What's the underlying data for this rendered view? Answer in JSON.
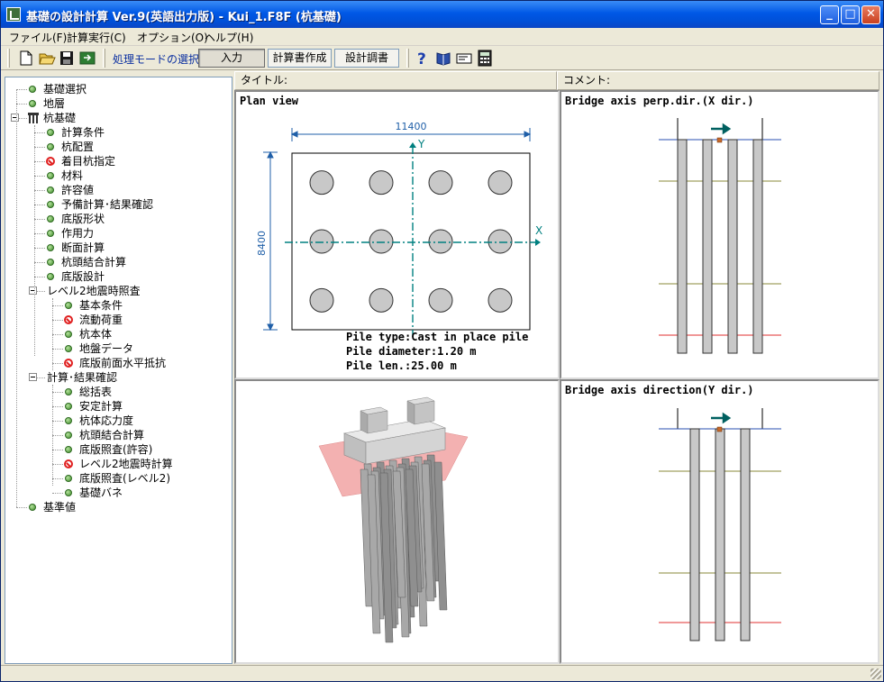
{
  "window": {
    "title": "基礎の設計計算 Ver.9(英語出力版) - Kui_1.F8F (杭基礎)"
  },
  "titlebar_buttons": {
    "minimize": "_",
    "maximize": "□",
    "close": "✕"
  },
  "menu": [
    "ファイル(F)",
    "計算実行(C)",
    "オプション(O)",
    "ヘルプ(H)"
  ],
  "toolbar": {
    "icons": [
      "new-file-icon",
      "open-folder-icon",
      "save-icon",
      "export-icon",
      "help-icon",
      "book-icon",
      "card-icon",
      "calculator-icon"
    ],
    "mode_label": "処理モードの選択",
    "mode_buttons": [
      "入力",
      "計算書作成",
      "設計調書"
    ],
    "active_mode": "入力"
  },
  "tree": [
    {
      "label": "基礎選択",
      "icon": "status-ok-icon",
      "level": 1
    },
    {
      "label": "地層",
      "icon": "status-ok-icon",
      "level": 1
    },
    {
      "label": "杭基礎",
      "icon": "pile-icon",
      "level": 1,
      "expanded": true
    },
    {
      "label": "計算条件",
      "icon": "status-ok-icon",
      "level": 2
    },
    {
      "label": "杭配置",
      "icon": "status-ok-icon",
      "level": 2
    },
    {
      "label": "着目杭指定",
      "icon": "status-not-set-icon",
      "level": 2
    },
    {
      "label": "材料",
      "icon": "status-ok-icon",
      "level": 2
    },
    {
      "label": "許容値",
      "icon": "status-ok-icon",
      "level": 2
    },
    {
      "label": "予備計算･結果確認",
      "icon": "status-ok-icon",
      "level": 2
    },
    {
      "label": "底版形状",
      "icon": "status-ok-icon",
      "level": 2
    },
    {
      "label": "作用力",
      "icon": "status-ok-icon",
      "level": 2
    },
    {
      "label": "断面計算",
      "icon": "status-ok-icon",
      "level": 2
    },
    {
      "label": "杭頭結合計算",
      "icon": "status-ok-icon",
      "level": 2
    },
    {
      "label": "底版設計",
      "icon": "status-ok-icon",
      "level": 2
    },
    {
      "label": "レベル2地震時照査",
      "icon": "none",
      "level": 2,
      "expanded": true
    },
    {
      "label": "基本条件",
      "icon": "status-ok-icon",
      "level": 3
    },
    {
      "label": "流動荷重",
      "icon": "status-not-set-icon",
      "level": 3
    },
    {
      "label": "杭本体",
      "icon": "status-ok-icon",
      "level": 3
    },
    {
      "label": "地盤データ",
      "icon": "status-ok-icon",
      "level": 3
    },
    {
      "label": "底版前面水平抵抗",
      "icon": "status-not-set-icon",
      "level": 3
    },
    {
      "label": "計算･結果確認",
      "icon": "none",
      "level": 2,
      "expanded": true
    },
    {
      "label": "総括表",
      "icon": "status-ok-icon",
      "level": 3
    },
    {
      "label": "安定計算",
      "icon": "status-ok-icon",
      "level": 3
    },
    {
      "label": "杭体応力度",
      "icon": "status-ok-icon",
      "level": 3
    },
    {
      "label": "杭頭結合計算",
      "icon": "status-ok-icon",
      "level": 3
    },
    {
      "label": "底版照査(許容)",
      "icon": "status-ok-icon",
      "level": 3
    },
    {
      "label": "レベル2地震時計算",
      "icon": "status-not-set-icon",
      "level": 3
    },
    {
      "label": "底版照査(レベル2)",
      "icon": "status-ok-icon",
      "level": 3
    },
    {
      "label": "基礎バネ",
      "icon": "status-ok-icon",
      "level": 3
    },
    {
      "label": "基準値",
      "icon": "status-ok-icon",
      "level": 1
    }
  ],
  "headers": {
    "title_label": "タイトル:",
    "comment_label": "コメント:"
  },
  "plan_view": {
    "title": "Plan view",
    "width_dim": "11400",
    "height_dim": "8400",
    "axis_y": "Y",
    "axis_x": "X",
    "pile_rows": 3,
    "pile_cols": 4,
    "info": [
      "Pile type:Cast in place pile",
      "Pile diameter:1.20 m",
      "Pile len.:25.00 m"
    ]
  },
  "x_dir_view": {
    "title": "Bridge axis perp.dir.(X dir.)",
    "pile_count": 4
  },
  "y_dir_view": {
    "title": "Bridge axis direction(Y dir.)",
    "pile_count": 3
  },
  "colors": {
    "titlebar": "#0058e6",
    "dimension_line": "#1f5fa8",
    "center_line": "#008080",
    "ground_line_blue": "#2a4fb0",
    "layer_line_olive": "#8a8a3a",
    "layer_line_red": "#e03030",
    "pile_fill": "#c8c8c8",
    "status_ok": "#3e8a2a",
    "status_not_set": "#e02020"
  }
}
